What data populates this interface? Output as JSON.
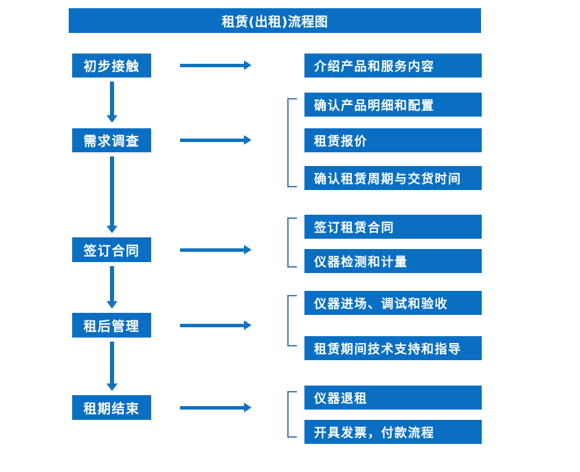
{
  "diagram": {
    "title": "租赁(出租)流程图",
    "accent_color": "#0a6fc2",
    "arrow_color": "#0f72bf",
    "bracket_color": "#3f7cb0",
    "stages": [
      {
        "label": "初步接触"
      },
      {
        "label": "需求调查"
      },
      {
        "label": "签订合同"
      },
      {
        "label": "租后管理"
      },
      {
        "label": "租期结束"
      }
    ],
    "details": [
      {
        "label": "介绍产品和服务内容"
      },
      {
        "label": "确认产品明细和配置"
      },
      {
        "label": "租赁报价"
      },
      {
        "label": "确认租赁周期与交货时间"
      },
      {
        "label": "签订租赁合同"
      },
      {
        "label": "仪器检测和计量"
      },
      {
        "label": "仪器进场、调试和验收"
      },
      {
        "label": "租赁期间技术支持和指导"
      },
      {
        "label": "仪器退租"
      },
      {
        "label": "开具发票，付款流程"
      }
    ]
  }
}
